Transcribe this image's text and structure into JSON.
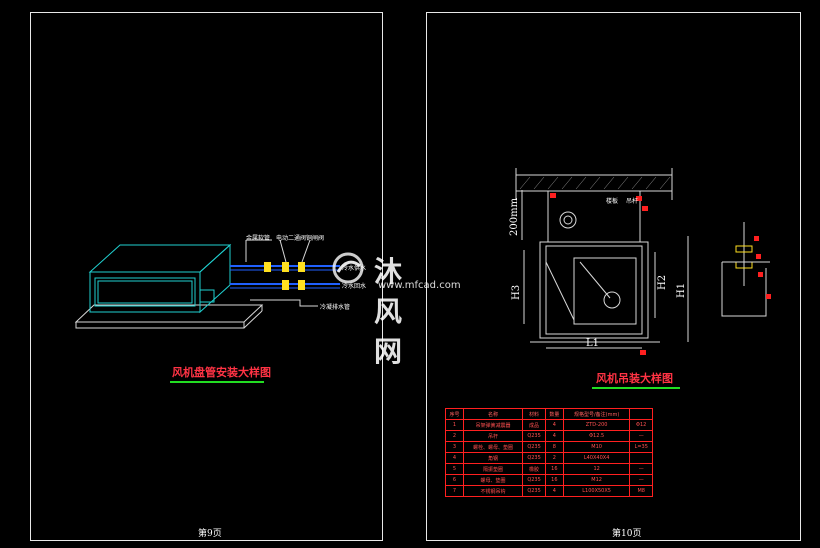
{
  "sheets": {
    "left": {
      "title": "风机盘管安装大样图",
      "page": "第9页",
      "labels": {
        "metal_hose": "金属软管",
        "electric_valve": "电动二通阀",
        "ball_valve": "铜闸阀",
        "supply_pipe": "冷水供水",
        "return_pipe": "冷水回水",
        "condensate": "冷凝排水管"
      }
    },
    "right": {
      "title": "风机吊装大样图",
      "page": "第10页",
      "labels": {
        "slab": "楼板",
        "rod_top": "吊杆"
      },
      "dims": {
        "h200": "200mm",
        "h1": "H1",
        "h2": "H2",
        "h3": "H3",
        "l1": "L1"
      }
    }
  },
  "table": {
    "headers": [
      "序号",
      "名称",
      "材料",
      "数量",
      "规格型号/备注(mm)",
      ""
    ],
    "rows": [
      [
        "1",
        "吊架弹簧减震器",
        "成品",
        "4",
        "ZTD-200",
        "Φ12"
      ],
      [
        "2",
        "吊杆",
        "Q235",
        "4",
        "Φ12.5",
        "—"
      ],
      [
        "3",
        "螺栓、螺母、垫圈",
        "Q235",
        "8",
        "M10",
        "L=35"
      ],
      [
        "4",
        "角钢",
        "Q235",
        "2",
        "L40X40X4",
        ""
      ],
      [
        "5",
        "隔振垫圈",
        "橡胶",
        "16",
        "12",
        "—"
      ],
      [
        "6",
        "螺母、垫圈",
        "Q235",
        "16",
        "M12",
        "—"
      ],
      [
        "7",
        "不锈钢吊钩",
        "Q235",
        "4",
        "L100X50X5",
        "M8"
      ]
    ]
  },
  "watermark": {
    "text": "沐风网",
    "url": "www.mfcad.com"
  },
  "colors": {
    "background": "#000000",
    "frame": "#e8e8e8",
    "unit_outline": "#20d0d0",
    "pipe": "#2060ff",
    "valve": "#ffe020",
    "annotation": "#ff2020",
    "title": "#ff3344",
    "title_underline": "#22dd22"
  }
}
